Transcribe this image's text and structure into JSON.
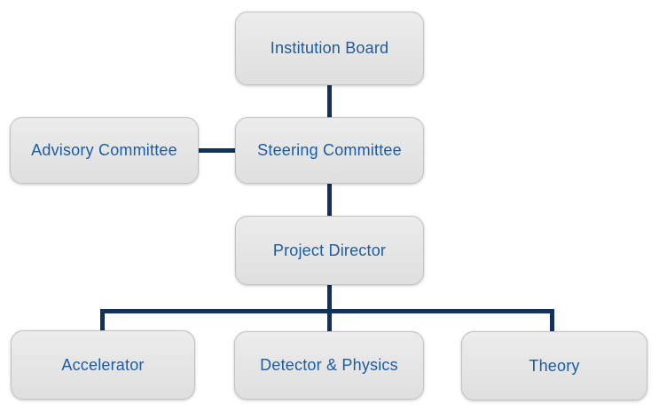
{
  "diagram": {
    "type": "org-chart",
    "nodes": [
      {
        "id": "institution-board",
        "label": "Institution Board"
      },
      {
        "id": "advisory-committee",
        "label": "Advisory Committee"
      },
      {
        "id": "steering-committee",
        "label": "Steering Committee"
      },
      {
        "id": "project-director",
        "label": "Project Director"
      },
      {
        "id": "accelerator",
        "label": "Accelerator"
      },
      {
        "id": "detector-physics",
        "label": "Detector & Physics"
      },
      {
        "id": "theory",
        "label": "Theory"
      }
    ],
    "edges": [
      {
        "from": "institution-board",
        "to": "steering-committee"
      },
      {
        "from": "advisory-committee",
        "to": "steering-committee"
      },
      {
        "from": "steering-committee",
        "to": "project-director"
      },
      {
        "from": "project-director",
        "to": "accelerator"
      },
      {
        "from": "project-director",
        "to": "detector-physics"
      },
      {
        "from": "project-director",
        "to": "theory"
      }
    ],
    "colors": {
      "node_fill_top": "#ececec",
      "node_fill_bottom": "#dfdfdf",
      "node_border": "#c2c2c2",
      "label_text": "#1c5ca5",
      "connector": "#12315e",
      "background": "#ffffff"
    }
  }
}
